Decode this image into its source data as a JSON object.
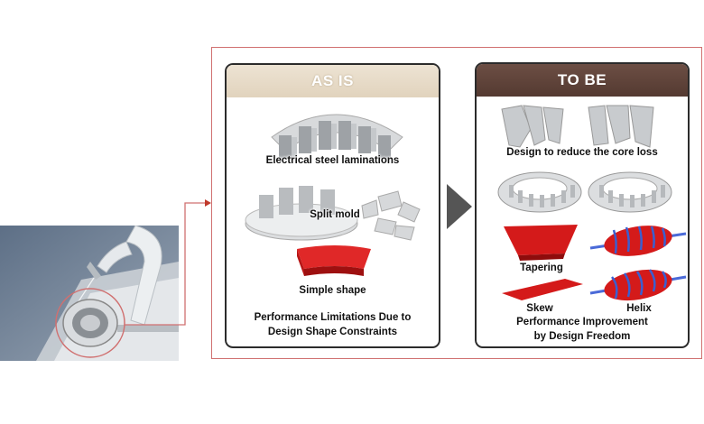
{
  "as_is": {
    "title": "AS IS",
    "laminations_label": "Electrical steel laminations",
    "split_mold_label": "Split mold",
    "simple_shape_label": "Simple shape",
    "caption_line1": "Performance Limitations Due to",
    "caption_line2": "Design Shape Constraints"
  },
  "to_be": {
    "title": "TO BE",
    "core_loss_label": "Design to reduce the core loss",
    "tapering_label": "Tapering",
    "skew_label": "Skew",
    "helix_label": "Helix",
    "caption_line1": "Performance Improvement",
    "caption_line2": "by Design Freedom"
  },
  "colors": {
    "frame_border": "#d07070",
    "asis_header": "#e6d9c4",
    "tobe_header": "#5e4339",
    "shape_red": "#d41a1a",
    "helix_blue": "#3a5fd0",
    "arrow_gray": "#555555"
  }
}
